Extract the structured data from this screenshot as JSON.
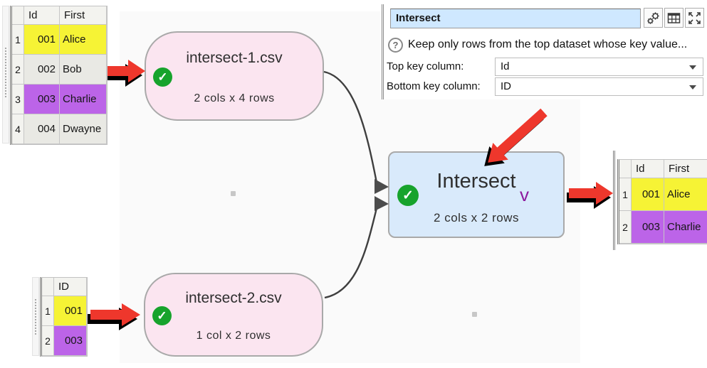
{
  "flow": {
    "node1": {
      "title": "intersect-1.csv",
      "subtitle": "2 cols x 4 rows"
    },
    "node2": {
      "title": "intersect-2.csv",
      "subtitle": "1 col x 2 rows"
    },
    "node3": {
      "title": "Intersect",
      "subtitle": "2 cols x 2 rows",
      "chevron": "v"
    }
  },
  "icons": {
    "check_glyph": "✓",
    "help_glyph": "?"
  },
  "panel": {
    "title_value": "Intersect",
    "help_text": "Keep only rows from the top dataset whose key value...",
    "fields": [
      {
        "label": "Top key column:",
        "value": "Id"
      },
      {
        "label": "Bottom key column:",
        "value": "ID"
      }
    ]
  },
  "tables": {
    "top_left": {
      "headers": [
        "Id",
        "First"
      ],
      "rows": [
        {
          "num": "1",
          "cells": [
            "001",
            "Alice"
          ],
          "highlight": "yellow"
        },
        {
          "num": "2",
          "cells": [
            "002",
            "Bob"
          ],
          "highlight": "none"
        },
        {
          "num": "3",
          "cells": [
            "003",
            "Charlie"
          ],
          "highlight": "purple"
        },
        {
          "num": "4",
          "cells": [
            "004",
            "Dwayne"
          ],
          "highlight": "none"
        }
      ]
    },
    "bottom_left": {
      "headers": [
        "ID"
      ],
      "rows": [
        {
          "num": "1",
          "cells": [
            "001"
          ],
          "highlight": "yellow"
        },
        {
          "num": "2",
          "cells": [
            "003"
          ],
          "highlight": "purple"
        }
      ]
    },
    "right": {
      "headers": [
        "Id",
        "First"
      ],
      "rows": [
        {
          "num": "1",
          "cells": [
            "001",
            "Alice"
          ],
          "highlight": "yellow"
        },
        {
          "num": "2",
          "cells": [
            "003",
            "Charlie"
          ],
          "highlight": "purple"
        }
      ]
    }
  },
  "colors": {
    "canvas_bg": "#fafafa",
    "node_pink": "#fbe5f0",
    "node_blue": "#d9eafb",
    "node_border": "#a9a9a9",
    "check_green": "#17a32c",
    "highlight_yellow": "#f6f335",
    "highlight_purple": "#bc64e8",
    "cell_gray": "#e9e9e4",
    "arrow_red": "#ee372c",
    "connector_gray": "#3f3f3f",
    "title_field_blue": "#cfe8ff",
    "chevron_purple": "#8d1a9e"
  }
}
